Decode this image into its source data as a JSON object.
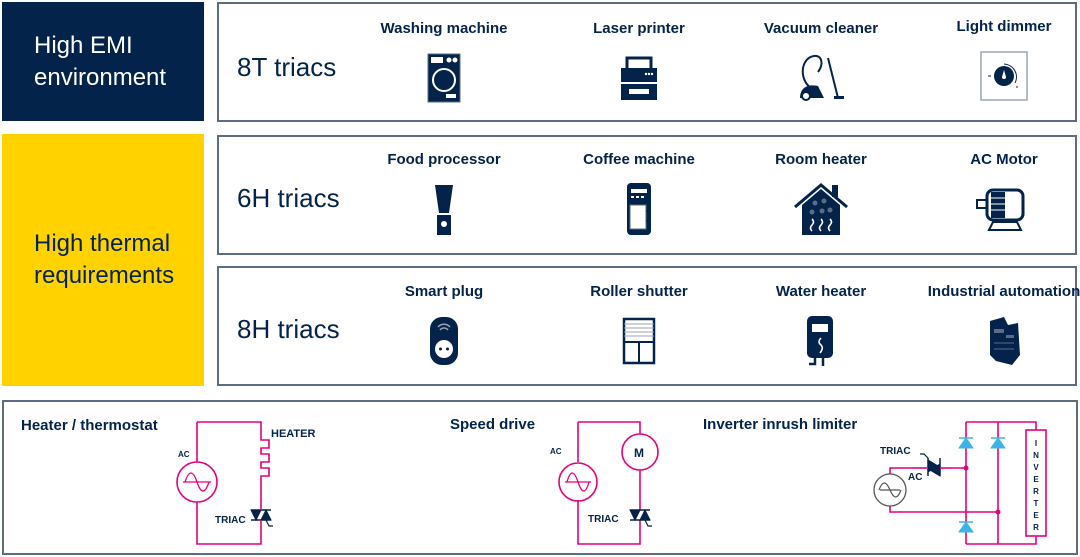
{
  "categories": [
    {
      "id": "emi",
      "label_line1": "High EMI",
      "label_line2": "environment",
      "color": "#03234b",
      "text_color": "#ffffff"
    },
    {
      "id": "thermal",
      "label_line1": "High thermal",
      "label_line2": "requirements",
      "color": "#ffd200",
      "text_color": "#03234b"
    }
  ],
  "rows": [
    {
      "label": "8T triacs",
      "applications": [
        {
          "name": "Washing machine",
          "icon": "washing-machine-icon"
        },
        {
          "name": "Laser printer",
          "icon": "printer-icon"
        },
        {
          "name": "Vacuum cleaner",
          "icon": "vacuum-cleaner-icon"
        },
        {
          "name": "Light dimmer",
          "icon": "dimmer-icon"
        }
      ]
    },
    {
      "label": "6H triacs",
      "applications": [
        {
          "name": "Food processor",
          "icon": "blender-icon"
        },
        {
          "name": "Coffee machine",
          "icon": "coffee-machine-icon"
        },
        {
          "name": "Room heater",
          "icon": "house-heat-icon"
        },
        {
          "name": "AC Motor",
          "icon": "motor-icon"
        }
      ]
    },
    {
      "label": "8H triacs",
      "applications": [
        {
          "name": "Smart plug",
          "icon": "smart-plug-icon"
        },
        {
          "name": "Roller shutter",
          "icon": "roller-shutter-icon"
        },
        {
          "name": "Water heater",
          "icon": "water-heater-icon"
        },
        {
          "name": "Industrial automation",
          "icon": "plc-module-icon"
        }
      ]
    }
  ],
  "circuits": [
    {
      "title": "Heater / thermostat",
      "labels": {
        "source": "AC",
        "load": "HEATER",
        "switch": "TRIAC"
      }
    },
    {
      "title": "Speed drive",
      "labels": {
        "source": "AC",
        "load": "M",
        "switch": "TRIAC"
      }
    },
    {
      "title": "Inverter inrush limiter",
      "labels": {
        "source": "AC",
        "switch": "TRIAC",
        "load": "INVERTER"
      }
    }
  ],
  "colors": {
    "navy": "#03234b",
    "yellow": "#ffd200",
    "wire": "#e6007e",
    "diode": "#3cb4e6",
    "border": "#5b6d82"
  }
}
